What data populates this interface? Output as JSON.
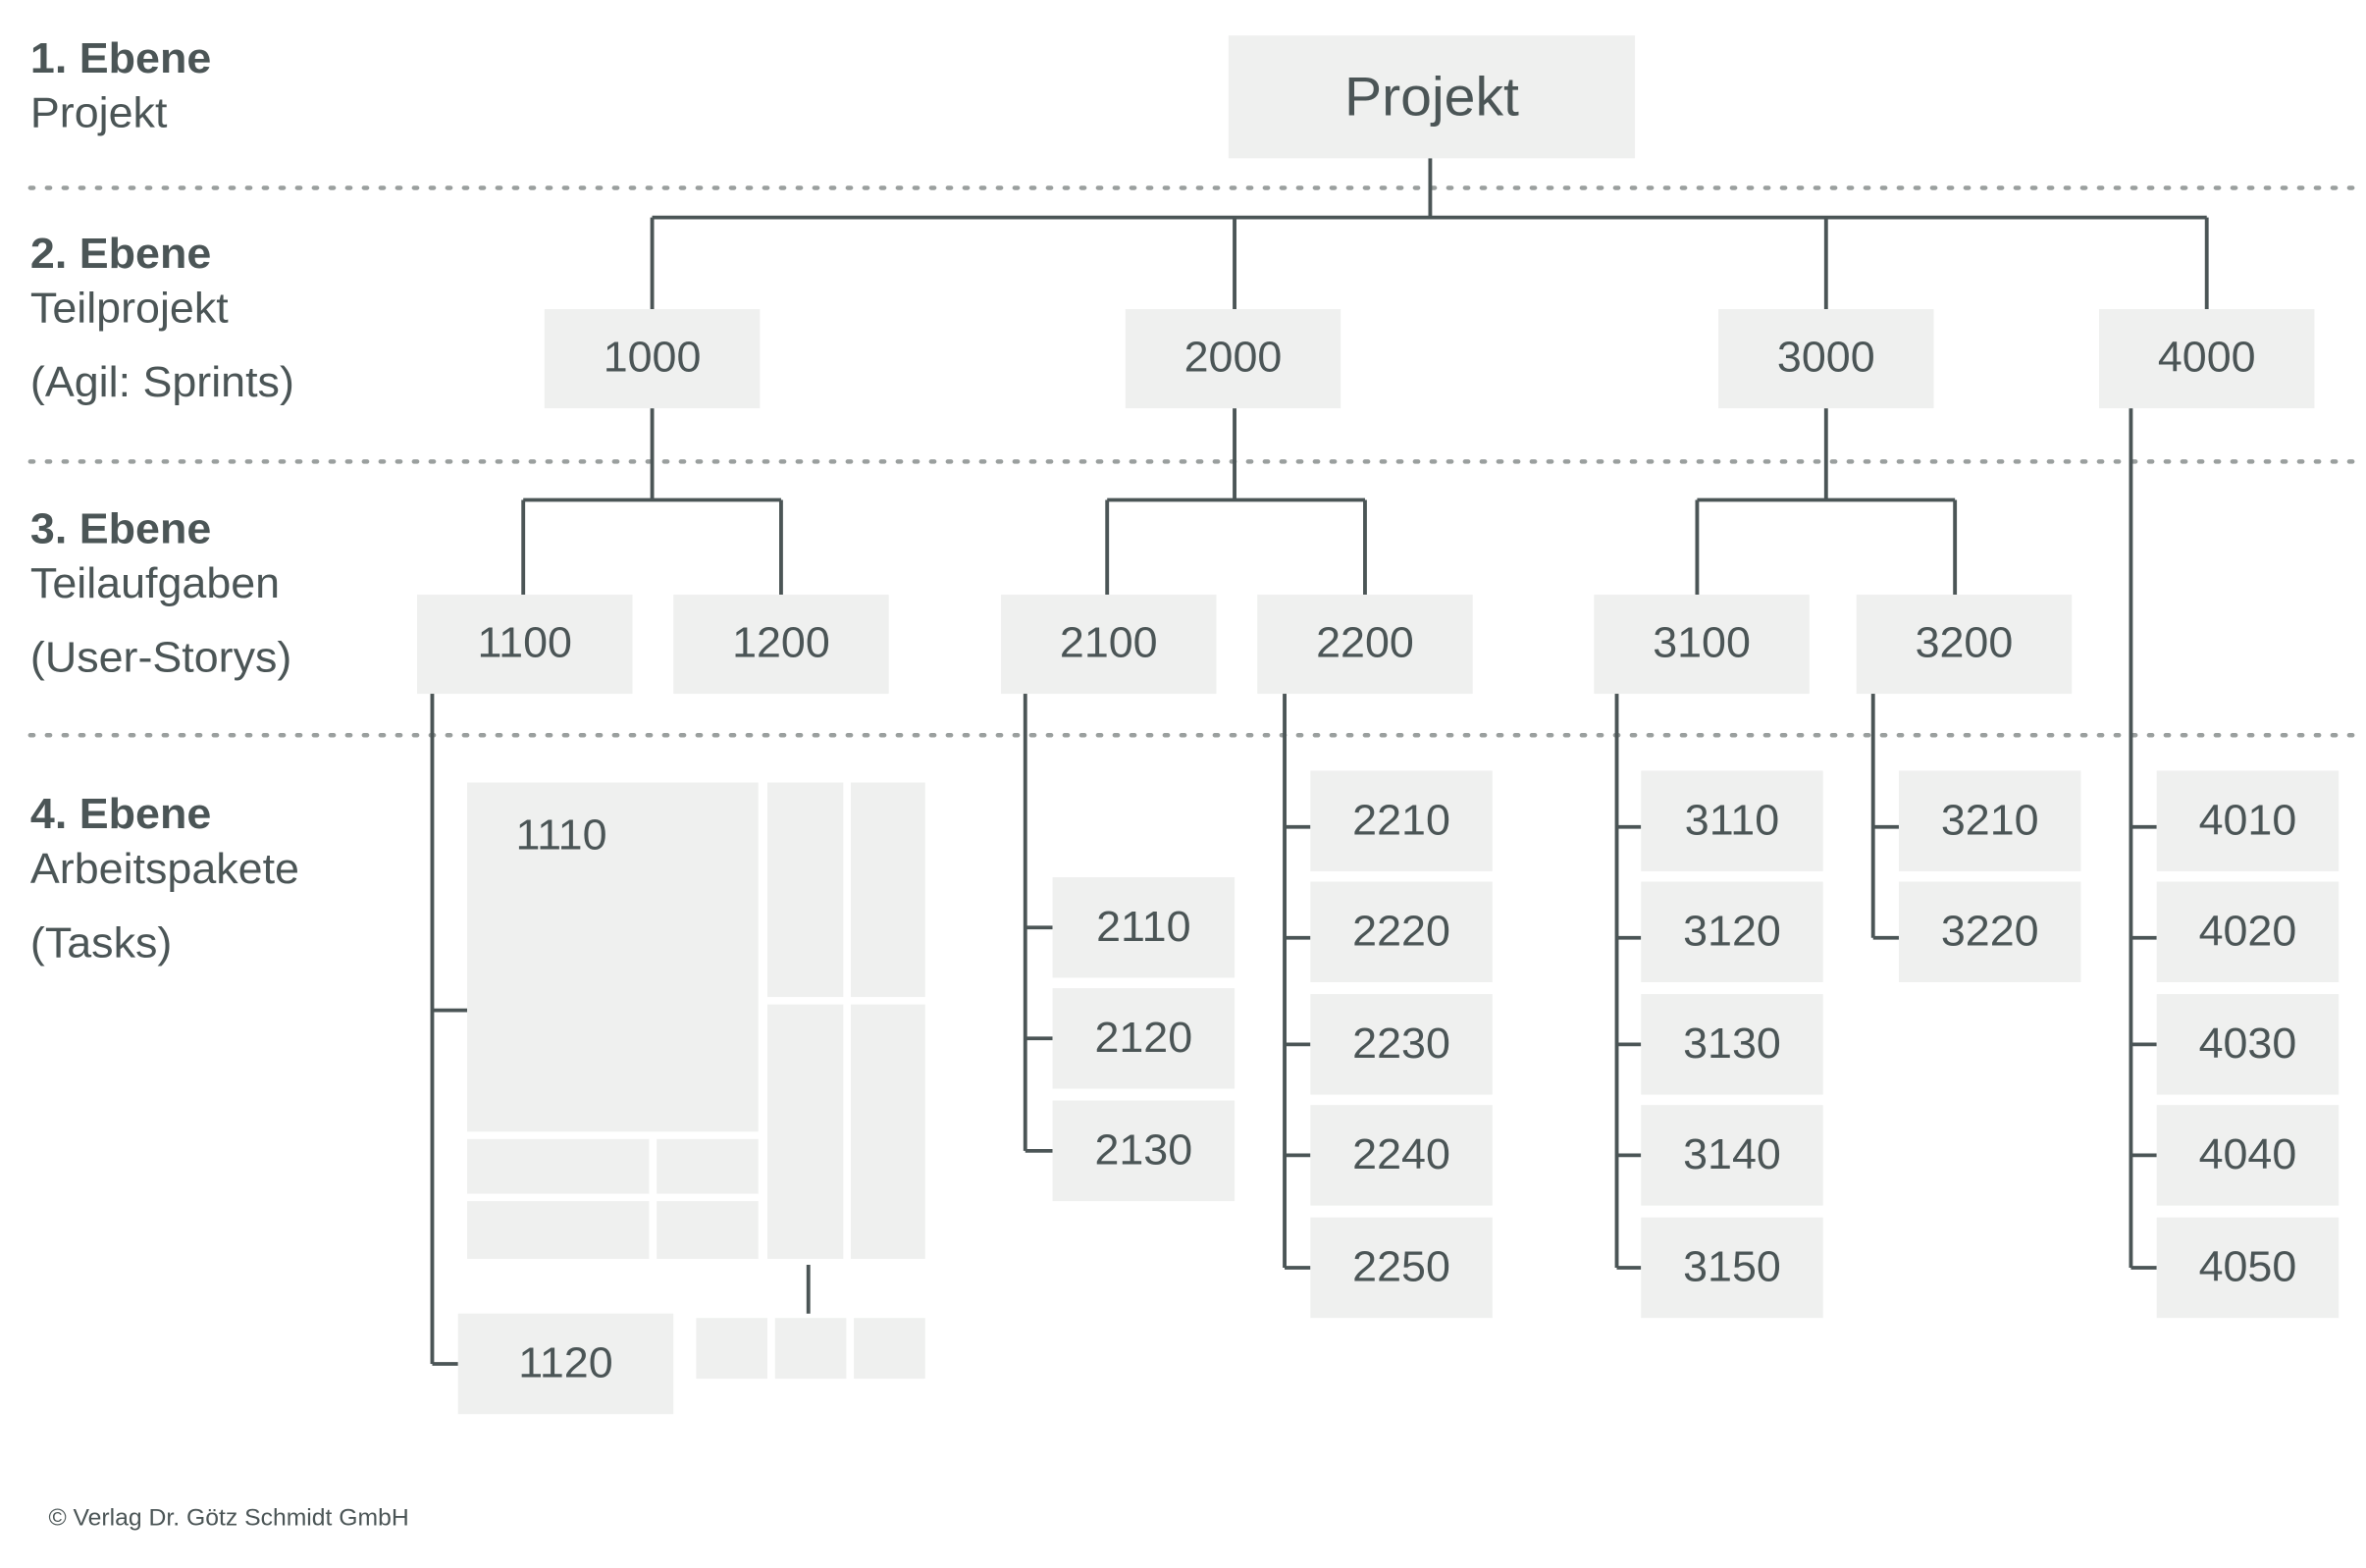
{
  "levels": [
    {
      "num": "1. Ebene",
      "name": "Projekt",
      "sub": ""
    },
    {
      "num": "2. Ebene",
      "name": "Teilprojekt",
      "sub": "(Agil: Sprints)"
    },
    {
      "num": "3. Ebene",
      "name": "Teilaufgaben",
      "sub": "(User-Storys)"
    },
    {
      "num": "4. Ebene",
      "name": "Arbeitspakete",
      "sub": "(Tasks)"
    }
  ],
  "project": "Projekt",
  "subprojects": [
    "1000",
    "2000",
    "3000",
    "4000"
  ],
  "subtasks": [
    "1100",
    "1200",
    "2100",
    "2200",
    "3100",
    "3200"
  ],
  "workpackages": {
    "wp1100": [
      "1110",
      "1120"
    ],
    "wp2100": [
      "2110",
      "2120",
      "2130"
    ],
    "wp2200": [
      "2210",
      "2220",
      "2230",
      "2240",
      "2250"
    ],
    "wp3100": [
      "3110",
      "3120",
      "3130",
      "3140",
      "3150"
    ],
    "wp3200": [
      "3210",
      "3220"
    ],
    "wp4000": [
      "4010",
      "4020",
      "4030",
      "4040",
      "4050"
    ]
  },
  "copyright": "© Verlag Dr. Götz Schmidt GmbH",
  "colors": {
    "box": "#eff0ef",
    "line": "#4b5556",
    "text": "#4b5556",
    "divider": "#9a9f9e"
  }
}
